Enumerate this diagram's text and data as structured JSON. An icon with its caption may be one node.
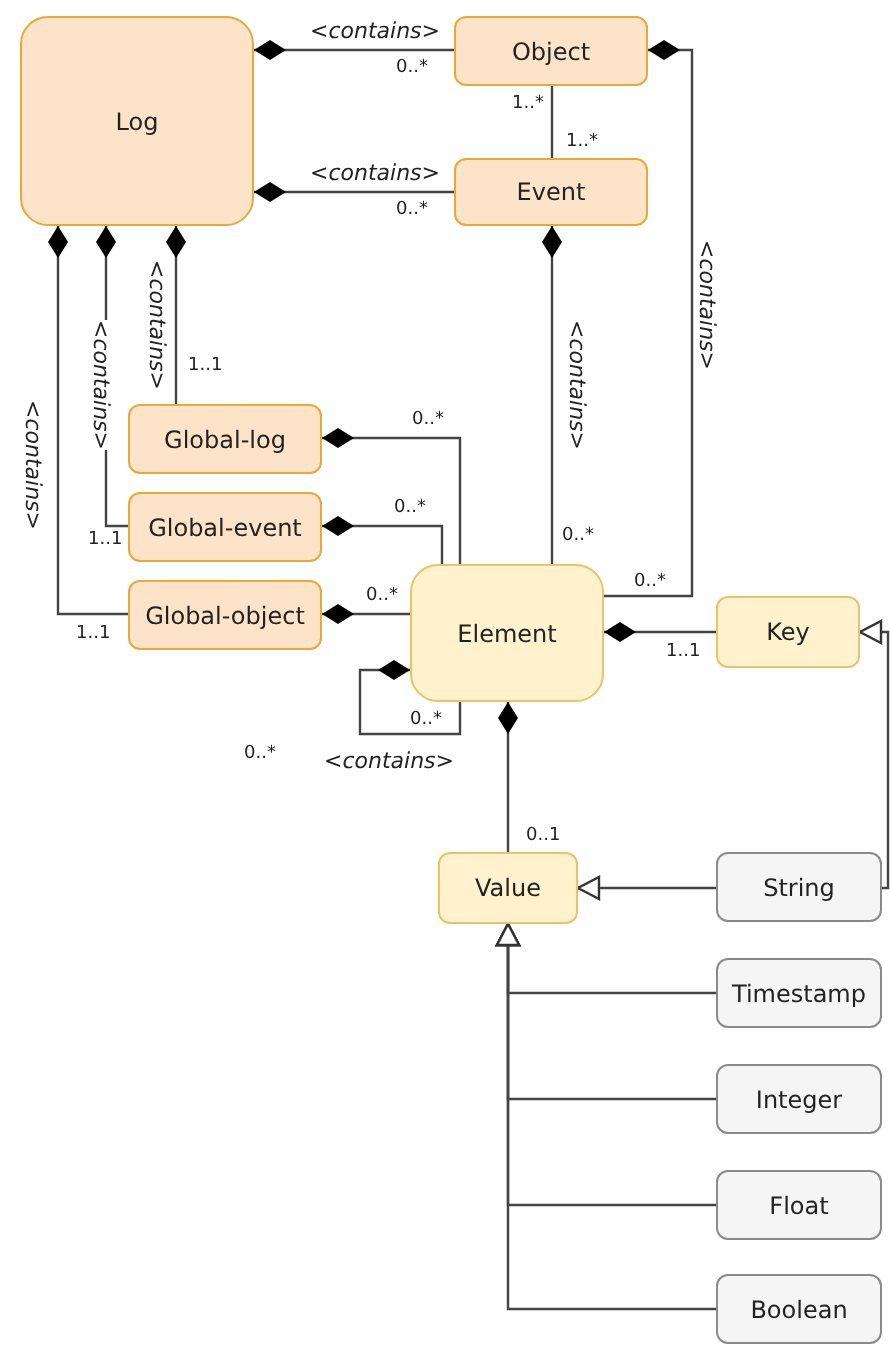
{
  "diagram": {
    "nodes": [
      {
        "text": [
          "Log"
        ]
      },
      {
        "text": [
          "Object"
        ]
      },
      {
        "text": [
          "Event"
        ]
      },
      {
        "text": [
          "Global-log"
        ]
      },
      {
        "text": [
          "Global-event"
        ]
      },
      {
        "text": [
          "Global-object"
        ]
      },
      {
        "text": [
          "Element"
        ]
      },
      {
        "text": [
          "Key"
        ]
      },
      {
        "text": [
          "Value"
        ]
      },
      {
        "text": [
          "String"
        ]
      },
      {
        "text": [
          "Timestamp"
        ]
      },
      {
        "text": [
          "Integer"
        ]
      },
      {
        "text": [
          "Float"
        ]
      },
      {
        "text": [
          "Boolean"
        ]
      }
    ],
    "edges": [
      {
        "from": 0,
        "to": 1,
        "arrow": "other",
        "label": "<contains>"
      },
      {
        "from": 0,
        "to": 2,
        "arrow": "other",
        "label": "<contains>"
      },
      {
        "from": 1,
        "to": 2,
        "arrow": "none"
      },
      {
        "from": 0,
        "to": 3,
        "arrow": "other",
        "label": "<contains>"
      },
      {
        "from": 0,
        "to": 4,
        "arrow": "other",
        "label": "<contains>"
      },
      {
        "from": 0,
        "to": 5,
        "arrow": "other",
        "label": "<contains>"
      },
      {
        "from": 3,
        "to": 6,
        "arrow": "other"
      },
      {
        "from": 4,
        "to": 6,
        "arrow": "other"
      },
      {
        "from": 5,
        "to": 6,
        "arrow": "other"
      },
      {
        "from": 2,
        "to": 6,
        "arrow": "other",
        "label": "<contains>"
      },
      {
        "from": 1,
        "to": 6,
        "arrow": "other",
        "label": "<contains>"
      },
      {
        "from": 6,
        "to": 7,
        "arrow": "other"
      },
      {
        "from": 6,
        "to": 6,
        "arrow": "other",
        "label": "<contains>"
      },
      {
        "from": 6,
        "to": 8,
        "arrow": "other"
      },
      {
        "from": 9,
        "to": 8,
        "arrow": "to"
      },
      {
        "from": 9,
        "to": 7,
        "arrow": "to"
      },
      {
        "from": 10,
        "to": 8,
        "arrow": "to"
      },
      {
        "from": 11,
        "to": 8,
        "arrow": "to"
      },
      {
        "from": 12,
        "to": 8,
        "arrow": "to"
      },
      {
        "from": 13,
        "to": 8,
        "arrow": "to"
      }
    ],
    "labels": [
      "0..*",
      "1..*",
      "1..*",
      "0..*",
      "1..1",
      "0..*",
      "0..*",
      "1..1",
      "0..*",
      "0..*",
      "0..*",
      "1..1",
      "1..1",
      "0..*",
      "0..*",
      "0..1"
    ]
  }
}
